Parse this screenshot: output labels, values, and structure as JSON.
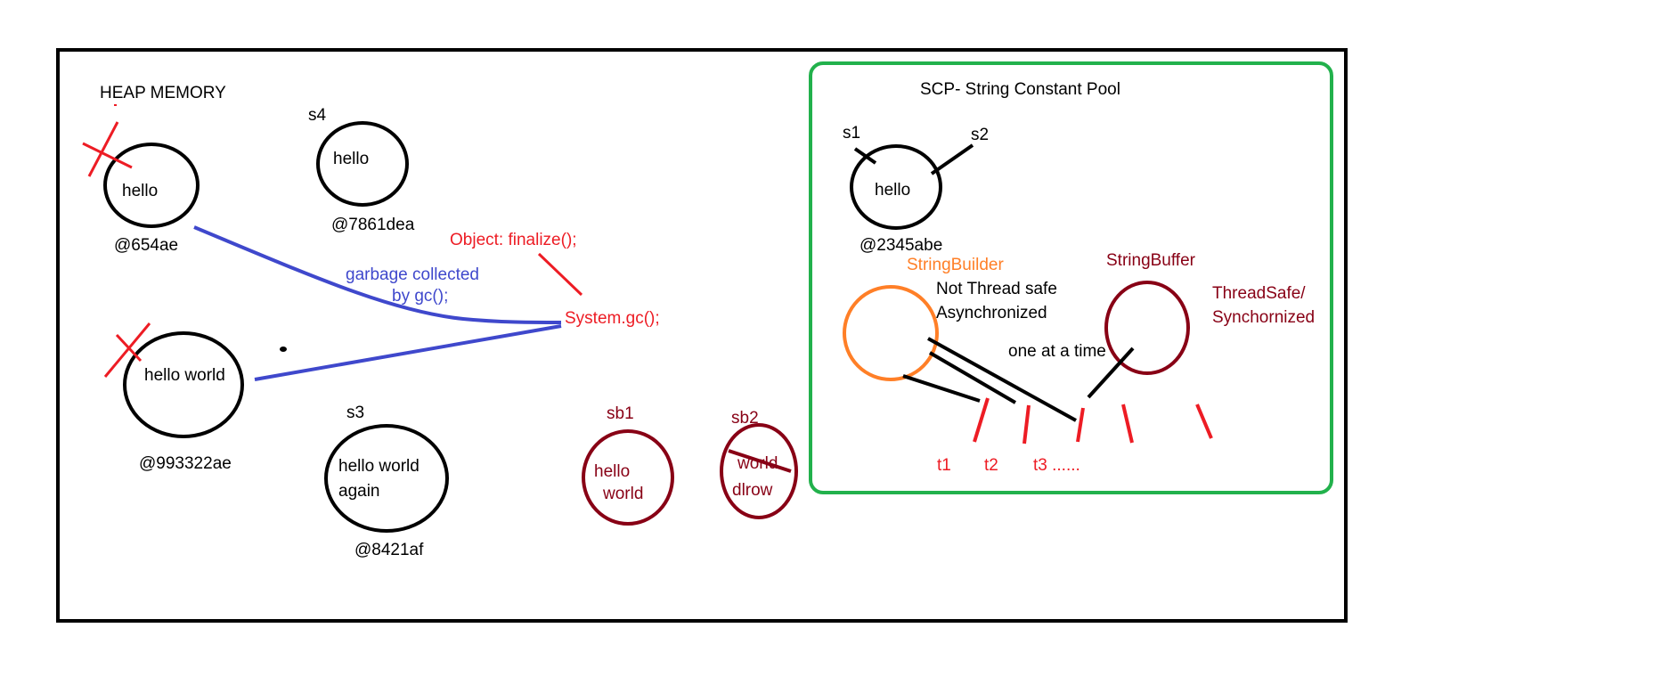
{
  "heap": {
    "title": "HEAP MEMORY",
    "objects": [
      {
        "text": "hello",
        "address": "@654ae",
        "collected": true
      },
      {
        "text": "hello",
        "ref": "s4",
        "address": "@7861dea"
      },
      {
        "text": "hello world",
        "address": "@993322ae",
        "collected": true
      },
      {
        "text_line1": "hello world",
        "text_line2": "again",
        "ref": "s3",
        "address": "@8421af"
      }
    ],
    "gc_label_line1": "garbage collected",
    "gc_label_line2": "by gc();",
    "finalize_label": "Object: finalize();",
    "system_gc_label": "System.gc();",
    "sb1": {
      "ref": "sb1",
      "line1": "hello",
      "line2": "world"
    },
    "sb2": {
      "ref": "sb2",
      "line1": "world",
      "line2": "dlrow"
    }
  },
  "scp": {
    "title": "SCP- String Constant Pool",
    "object": {
      "text": "hello",
      "refs": [
        "s1",
        "s2"
      ],
      "address": "@2345abe"
    },
    "string_builder": {
      "label": "StringBuilder",
      "note_line1": "Not Thread safe",
      "note_line2": "Asynchronized"
    },
    "string_buffer": {
      "label": "StringBuffer",
      "note_line1": "ThreadSafe/",
      "note_line2": "Synchornized",
      "note_access": "one at a time"
    },
    "threads": [
      "t1",
      "t2",
      "t3 ......"
    ]
  },
  "colors": {
    "black": "#000000",
    "red": "#ed1c24",
    "dark_red": "#880015",
    "blue": "#3f48cc",
    "green": "#22b14c",
    "orange": "#ff7f27"
  }
}
